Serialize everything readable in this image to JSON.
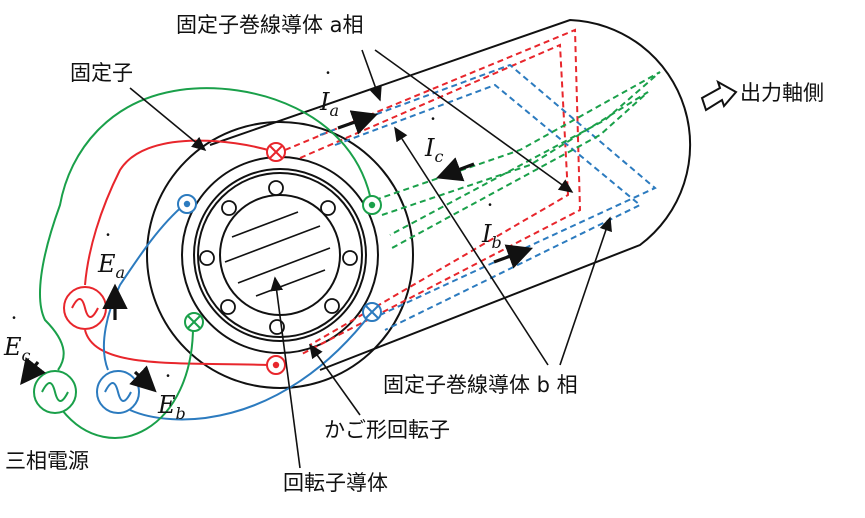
{
  "labels": {
    "stator": "固定子",
    "stator_conductor_a": "固定子巻線導体 a相",
    "stator_conductor_b": "固定子巻線導体 b 相",
    "output_shaft": "出力軸側",
    "cage_rotor": "かご形回転子",
    "rotor_conductor": "回転子導体",
    "three_phase_source": "三相電源"
  },
  "symbols": {
    "I": "I",
    "E": "E",
    "dot": "˙",
    "sub_a": "a",
    "sub_b": "b",
    "sub_c": "c"
  },
  "colors": {
    "phase_a": "#e8262c",
    "phase_b": "#2c7bbf",
    "phase_c": "#1aa04a",
    "outline": "#111111"
  },
  "icons": {
    "dot_marker": "current-out-of-page-icon",
    "cross_marker": "current-into-page-icon",
    "source": "ac-voltage-source-icon",
    "shaft_arrow": "hollow-arrow-icon"
  }
}
